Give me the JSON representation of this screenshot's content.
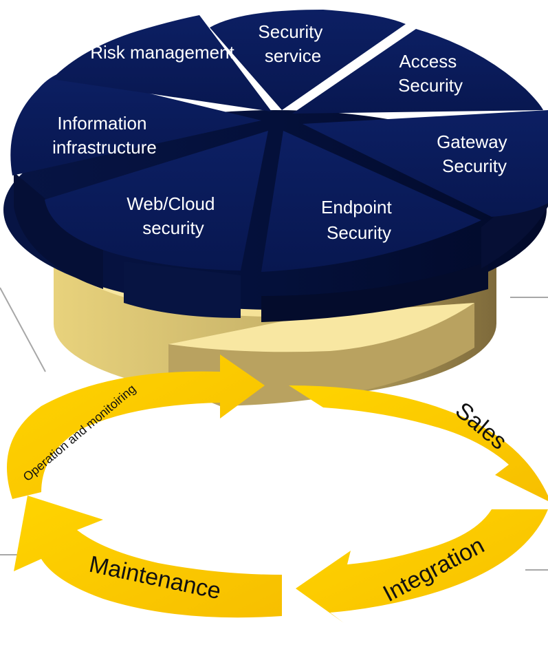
{
  "diagram": {
    "slices": [
      {
        "id": "security-service",
        "lines": [
          "Security",
          "service"
        ]
      },
      {
        "id": "access-security",
        "lines": [
          "Access",
          "Security"
        ]
      },
      {
        "id": "gateway-security",
        "lines": [
          "Gateway",
          "Security"
        ]
      },
      {
        "id": "endpoint-security",
        "lines": [
          "Endpoint",
          "Security"
        ]
      },
      {
        "id": "web-cloud-security",
        "lines": [
          "Web/Cloud",
          "security"
        ]
      },
      {
        "id": "information-infrastructure",
        "lines": [
          "Information",
          "infrastructure"
        ]
      },
      {
        "id": "risk-management",
        "lines": [
          "Risk management"
        ]
      }
    ],
    "cycle": {
      "operation": "Operation and monitoiring",
      "sales": "Sales",
      "integration": "Integration",
      "maintenance": "Maintenance"
    },
    "colors": {
      "navy": "#0a1a55",
      "navy_side": "#05103a",
      "gold_top": "#f6e397",
      "gold_side": "#cbb66a",
      "arrow_yellow": "#fcc800",
      "line_gray": "#a7a7a7"
    }
  }
}
